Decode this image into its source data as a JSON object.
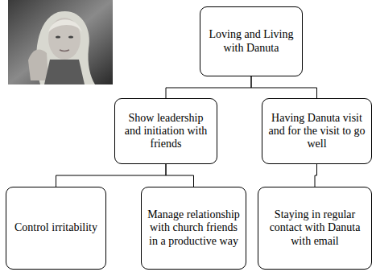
{
  "diagram": {
    "nodes": [
      {
        "text": [
          "Loving and Living with Danuta"
        ]
      },
      {
        "text": [
          "Show leadership and initiation with friends"
        ]
      },
      {
        "text": [
          "Having Danuta visit and for the visit to go well"
        ]
      },
      {
        "text": [
          "Control irritability"
        ]
      },
      {
        "text": [
          "Manage relationship with church friends in a productive way"
        ]
      },
      {
        "text": [
          "Staying in regular contact with Danuta with email"
        ]
      }
    ],
    "edges": [
      {
        "from": 0,
        "to": 1,
        "arrow": "none"
      },
      {
        "from": 0,
        "to": 2,
        "arrow": "none"
      },
      {
        "from": 1,
        "to": 3,
        "arrow": "none"
      },
      {
        "from": 1,
        "to": 4,
        "arrow": "none"
      },
      {
        "from": 2,
        "to": 5,
        "arrow": "none"
      }
    ]
  }
}
